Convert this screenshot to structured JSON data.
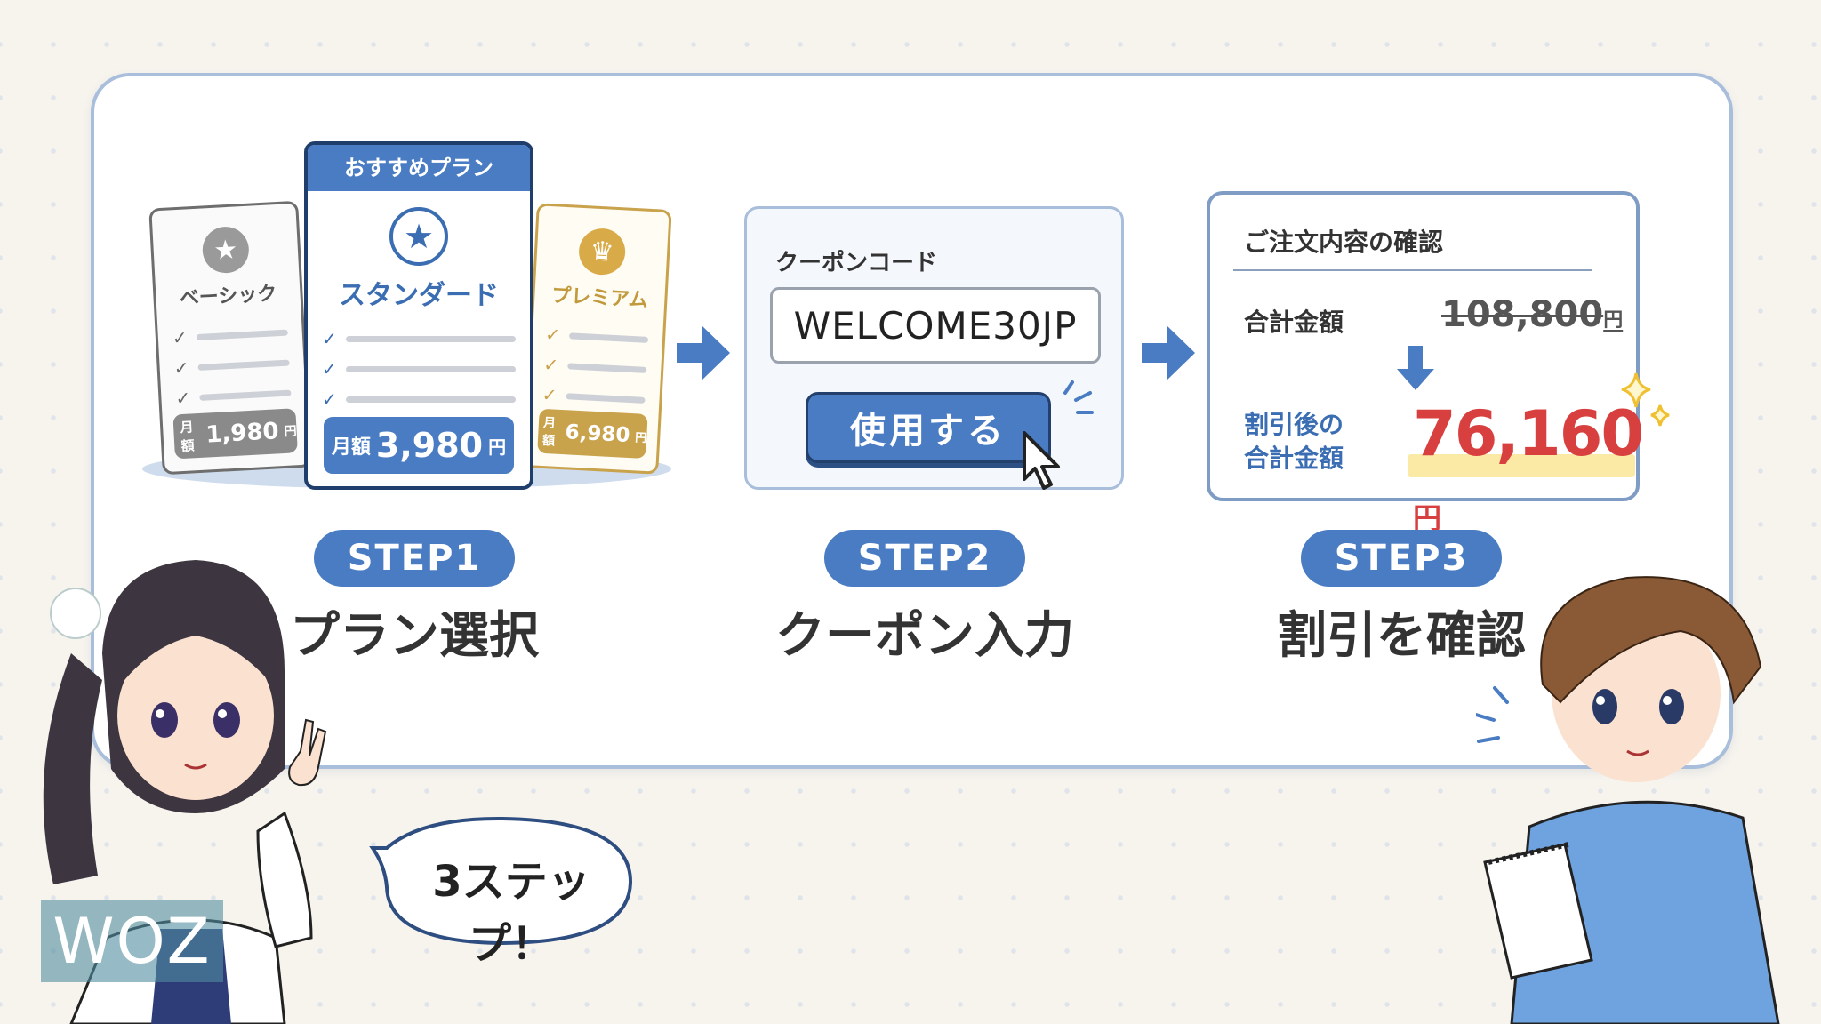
{
  "plans": {
    "recommended_label": "おすすめプラン",
    "items": [
      {
        "name": "ベーシック",
        "price_prefix": "月額",
        "price": "1,980",
        "unit": "円",
        "color": "#8a8a8a",
        "icon": "star-icon"
      },
      {
        "name": "スタンダード",
        "price_prefix": "月額",
        "price": "3,980",
        "unit": "円",
        "color": "#4a7cc4",
        "icon": "star-icon"
      },
      {
        "name": "プレミアム",
        "price_prefix": "月額",
        "price": "6,980",
        "unit": "円",
        "color": "#c9a24c",
        "icon": "crown-icon"
      }
    ]
  },
  "coupon": {
    "label": "クーポンコード",
    "value": "WELCOME30JP",
    "button": "使用する"
  },
  "confirm": {
    "title": "ご注文内容の確認",
    "total_label": "合計金額",
    "original_total": "108,800",
    "unit": "円",
    "discount_label_1": "割引後の",
    "discount_label_2": "合計金額",
    "discounted_total": "76,160"
  },
  "steps": [
    {
      "badge": "STEP1",
      "title": "プラン選択"
    },
    {
      "badge": "STEP2",
      "title": "クーポン入力"
    },
    {
      "badge": "STEP3",
      "title": "割引を確認"
    }
  ],
  "speech": "3ステップ！",
  "watermark": "WOZ",
  "colors": {
    "accent": "#4a7cc4",
    "price_red": "#d84040",
    "highlight": "#fbeaa5"
  }
}
